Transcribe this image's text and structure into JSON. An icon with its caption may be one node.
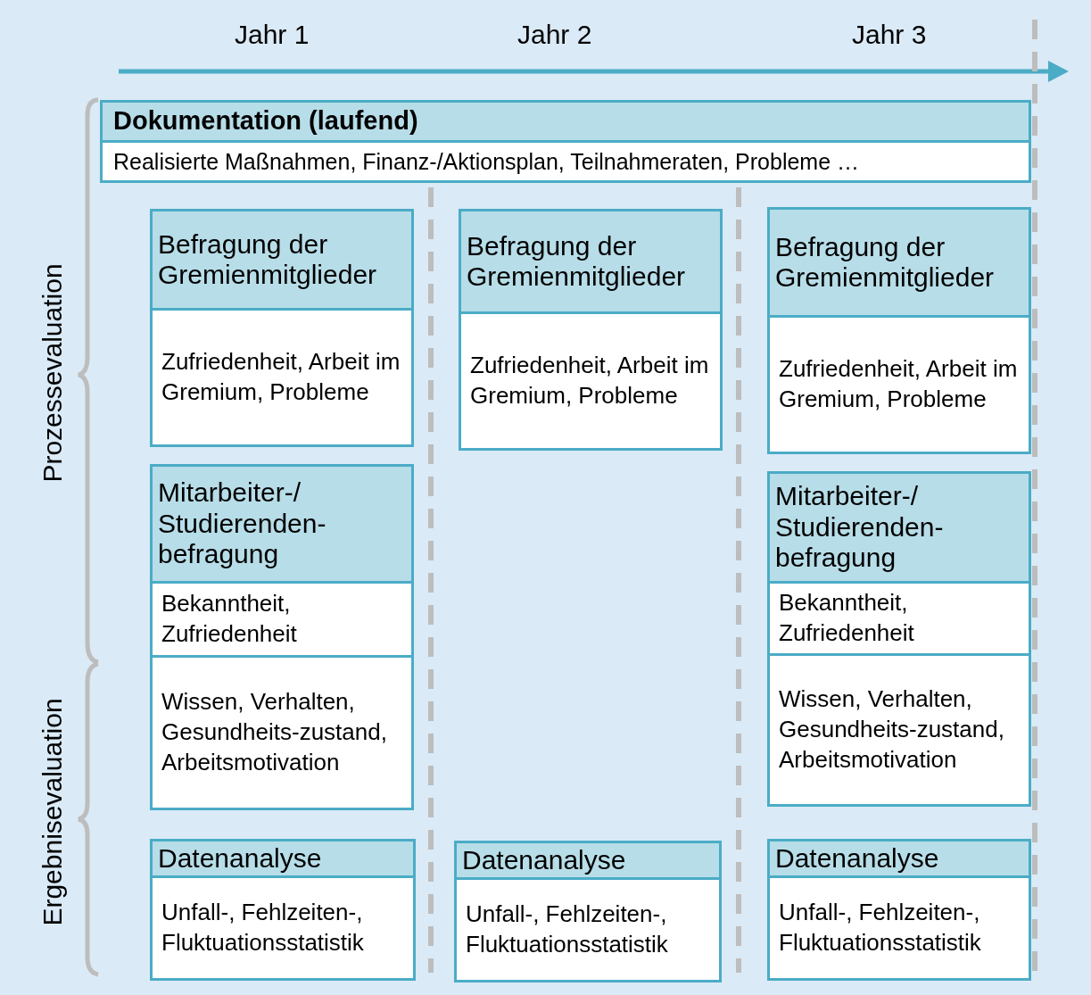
{
  "diagram": {
    "nodes": [
      {
        "text": [
          "Dokumentation (laufend)",
          "Realisierte Maßnahmen, Finanz-/Aktionsplan, Teilnahmeraten, Probleme …"
        ]
      },
      {
        "text": [
          "Befragung der Gremienmitglieder",
          "Zufriedenheit, Arbeit im Gremium, Probleme"
        ]
      },
      {
        "text": [
          "Befragung der Gremienmitglieder",
          "Zufriedenheit, Arbeit im Gremium, Probleme"
        ]
      },
      {
        "text": [
          "Befragung der Gremienmitglieder",
          "Zufriedenheit, Arbeit im Gremium, Probleme"
        ]
      },
      {
        "text": [
          "Mitarbeiter-/ Studierenden-befragung",
          "Bekanntheit, Zufriedenheit",
          "Wissen, Verhalten, Gesundheits-zustand, Arbeitsmotivation"
        ]
      },
      {
        "text": [
          "Mitarbeiter-/ Studierenden-befragung",
          "Bekanntheit, Zufriedenheit",
          "Wissen, Verhalten, Gesundheits-zustand, Arbeitsmotivation"
        ]
      },
      {
        "text": [
          "Datenanalyse",
          "Unfall-, Fehlzeiten-, Fluktuationsstatistik"
        ]
      },
      {
        "text": [
          "Datenanalyse",
          "Unfall-, Fehlzeiten-, Fluktuationsstatistik"
        ]
      },
      {
        "text": [
          "Datenanalyse",
          "Unfall-, Fehlzeiten-, Fluktuationsstatistik"
        ]
      }
    ],
    "edges": [],
    "labels": [
      "Jahr 1",
      "Jahr 2",
      "Jahr 3",
      "Prozessevaluation",
      "Ergebnisevaluation"
    ]
  }
}
